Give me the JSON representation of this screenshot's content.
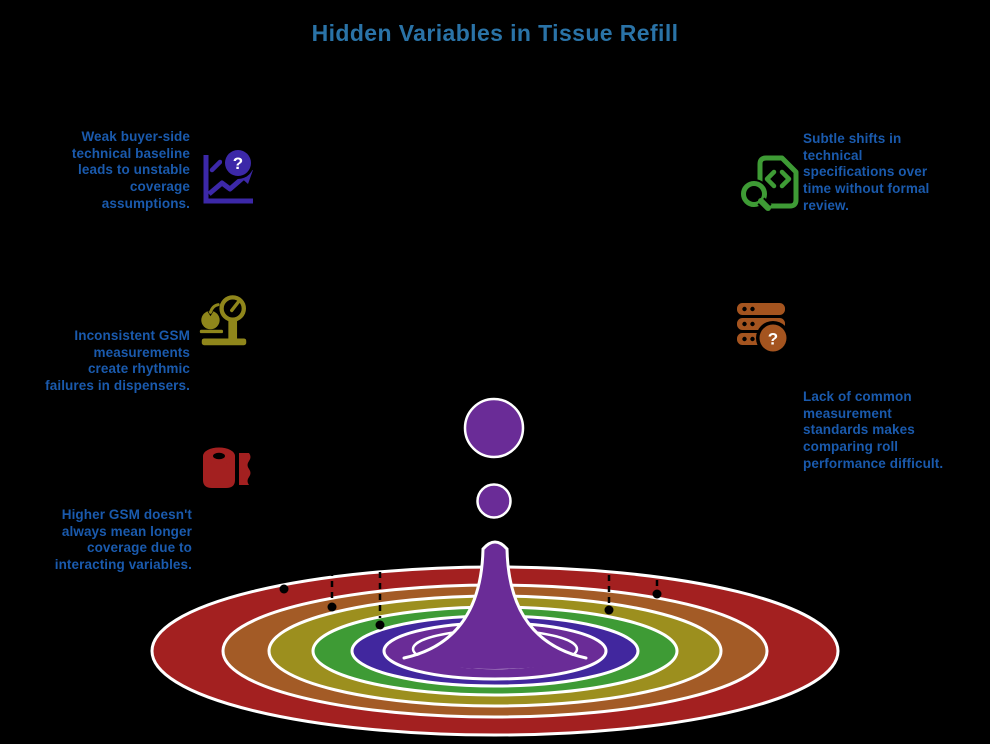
{
  "title": "Hidden Variables in Tissue Refill",
  "palette": {
    "title_blue": "#2A73A7",
    "text_blue": "#1A5AAD",
    "indigo_icon": "#3C28A8",
    "green_icon": "#3E9B35",
    "olive_icon": "#8F861B",
    "sienna_icon": "#A4541F",
    "red_icon": "#A32020",
    "droplet_purple": "#6A2C97",
    "pin_black": "#000000",
    "ring_stroke_white": "#FFFFFF"
  },
  "items": [
    {
      "id": "weak-baseline",
      "icon": "chart-question-icon",
      "lines": [
        "Weak buyer-side",
        "technical baseline",
        "leads to unstable",
        "coverage",
        "assumptions."
      ]
    },
    {
      "id": "spec-drift",
      "icon": "search-code-icon",
      "lines": [
        "Subtle shifts in",
        "technical",
        "specifications over",
        "time without formal",
        "review."
      ]
    },
    {
      "id": "gsm-inconsistency",
      "icon": "weighing-scale-icon",
      "lines": [
        "Inconsistent GSM",
        "measurements",
        "create rhythmic",
        "failures in dispensers."
      ]
    },
    {
      "id": "no-standards",
      "icon": "server-question-icon",
      "lines": [
        "Lack of common",
        "measurement",
        "standards makes",
        "comparing roll",
        "performance difficult."
      ]
    },
    {
      "id": "higher-gsm",
      "icon": "paper-roll-icon",
      "lines": [
        "Higher GSM doesn't",
        "always mean longer",
        "coverage due to",
        "interacting variables."
      ]
    }
  ],
  "ripple": {
    "rings": [
      "#A32020",
      "#A35B26",
      "#9C8F1E",
      "#3E9B35",
      "#41279E",
      "#6A2C97"
    ],
    "droplet": "#6A2C97"
  }
}
